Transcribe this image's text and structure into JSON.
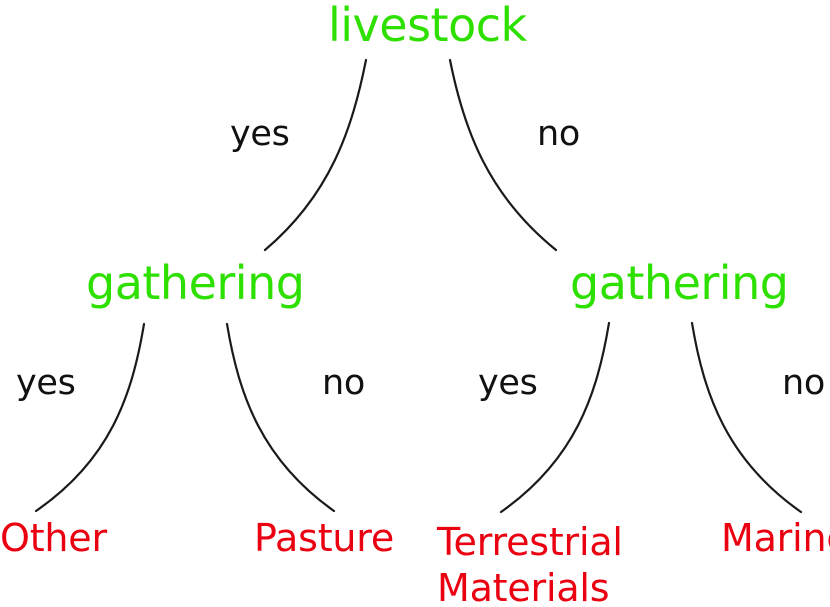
{
  "diagram": {
    "type": "decision-tree",
    "title": "Livestock / gathering classification decision tree",
    "colors": {
      "decision_node": "#2ee000",
      "leaf_node": "#ea0010",
      "edge": "#1a1a1a",
      "edge_label": "#111111",
      "background": "#ffffff"
    },
    "nodes": {
      "root": {
        "label": "livestock",
        "kind": "decision"
      },
      "gathering_left": {
        "label": "gathering",
        "kind": "decision"
      },
      "gathering_right": {
        "label": "gathering",
        "kind": "decision"
      },
      "leaf_other": {
        "label": "Other",
        "kind": "leaf"
      },
      "leaf_pasture": {
        "label": "Pasture",
        "kind": "leaf"
      },
      "leaf_terrestrial": {
        "label": "Terrestrial Materials",
        "kind": "leaf"
      },
      "leaf_marine": {
        "label": "Marine",
        "kind": "leaf"
      }
    },
    "edges": {
      "root_yes": "yes",
      "root_no": "no",
      "left_yes": "yes",
      "left_no": "no",
      "right_yes": "yes",
      "right_no": "no"
    }
  }
}
